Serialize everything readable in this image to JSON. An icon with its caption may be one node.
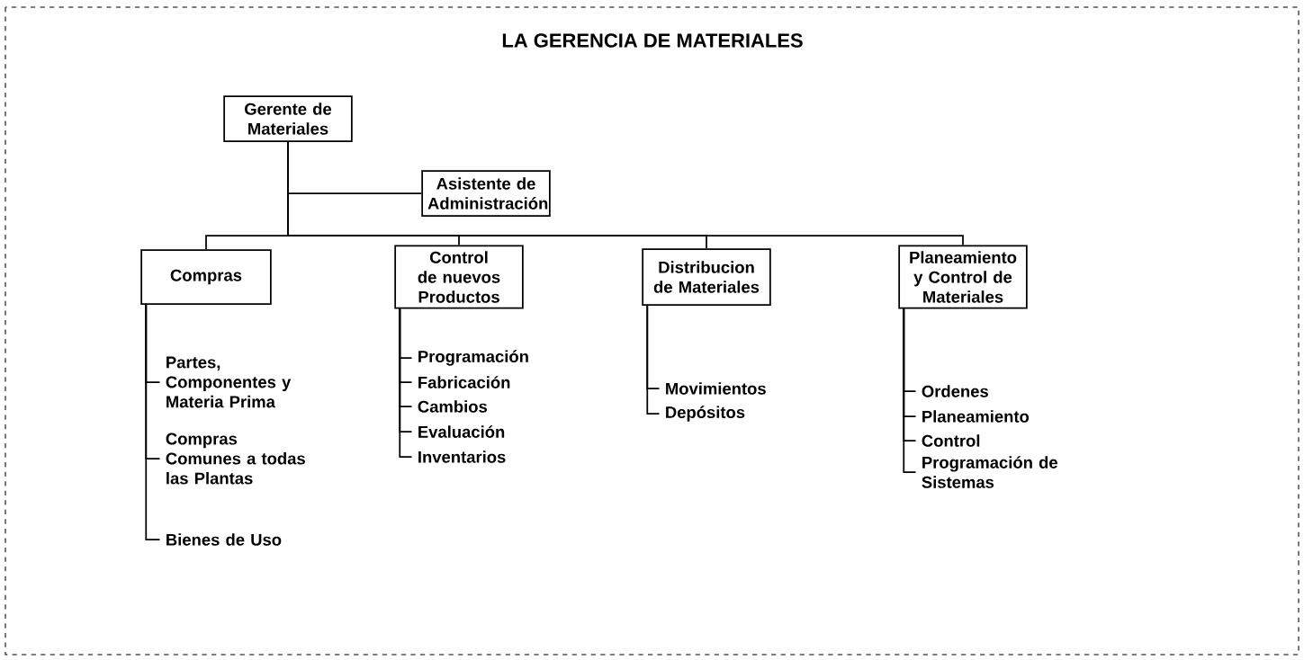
{
  "diagram": {
    "title": "LA GERENCIA DE MATERIALES",
    "nodes": [
      {
        "text": [
          "Gerente de Materiales"
        ]
      },
      {
        "text": [
          "Asistente de Administración"
        ]
      },
      {
        "text": [
          "Compras"
        ]
      },
      {
        "text": [
          "Control de nuevos Productos"
        ]
      },
      {
        "text": [
          "Distribucion de Materiales"
        ]
      },
      {
        "text": [
          "Planeamiento y Control de Materiales"
        ]
      },
      {
        "text": [
          "Partes, Componentes y Materia Prima"
        ]
      },
      {
        "text": [
          "Compras Comunes a todas las Plantas"
        ]
      },
      {
        "text": [
          "Bienes de Uso"
        ]
      },
      {
        "text": [
          "Programación"
        ]
      },
      {
        "text": [
          "Fabricación"
        ]
      },
      {
        "text": [
          "Cambios"
        ]
      },
      {
        "text": [
          "Evaluación"
        ]
      },
      {
        "text": [
          "Inventarios"
        ]
      },
      {
        "text": [
          "Movimientos"
        ]
      },
      {
        "text": [
          "Depósitos"
        ]
      },
      {
        "text": [
          "Ordenes"
        ]
      },
      {
        "text": [
          "Planeamiento"
        ]
      },
      {
        "text": [
          "Control"
        ]
      },
      {
        "text": [
          "Programación de Sistemas"
        ]
      }
    ],
    "edges": [
      {
        "from": 0,
        "to": 1,
        "arrow": "none"
      },
      {
        "from": 0,
        "to": 2,
        "arrow": "none"
      },
      {
        "from": 0,
        "to": 3,
        "arrow": "none"
      },
      {
        "from": 0,
        "to": 4,
        "arrow": "none"
      },
      {
        "from": 0,
        "to": 5,
        "arrow": "none"
      },
      {
        "from": 2,
        "to": 6,
        "arrow": "none"
      },
      {
        "from": 2,
        "to": 7,
        "arrow": "none"
      },
      {
        "from": 2,
        "to": 8,
        "arrow": "none"
      },
      {
        "from": 3,
        "to": 9,
        "arrow": "none"
      },
      {
        "from": 3,
        "to": 10,
        "arrow": "none"
      },
      {
        "from": 3,
        "to": 11,
        "arrow": "none"
      },
      {
        "from": 3,
        "to": 12,
        "arrow": "none"
      },
      {
        "from": 3,
        "to": 13,
        "arrow": "none"
      },
      {
        "from": 4,
        "to": 14,
        "arrow": "none"
      },
      {
        "from": 4,
        "to": 15,
        "arrow": "none"
      },
      {
        "from": 5,
        "to": 16,
        "arrow": "none"
      },
      {
        "from": 5,
        "to": 17,
        "arrow": "none"
      },
      {
        "from": 5,
        "to": 18,
        "arrow": "none"
      },
      {
        "from": 5,
        "to": 19,
        "arrow": "none"
      }
    ]
  }
}
